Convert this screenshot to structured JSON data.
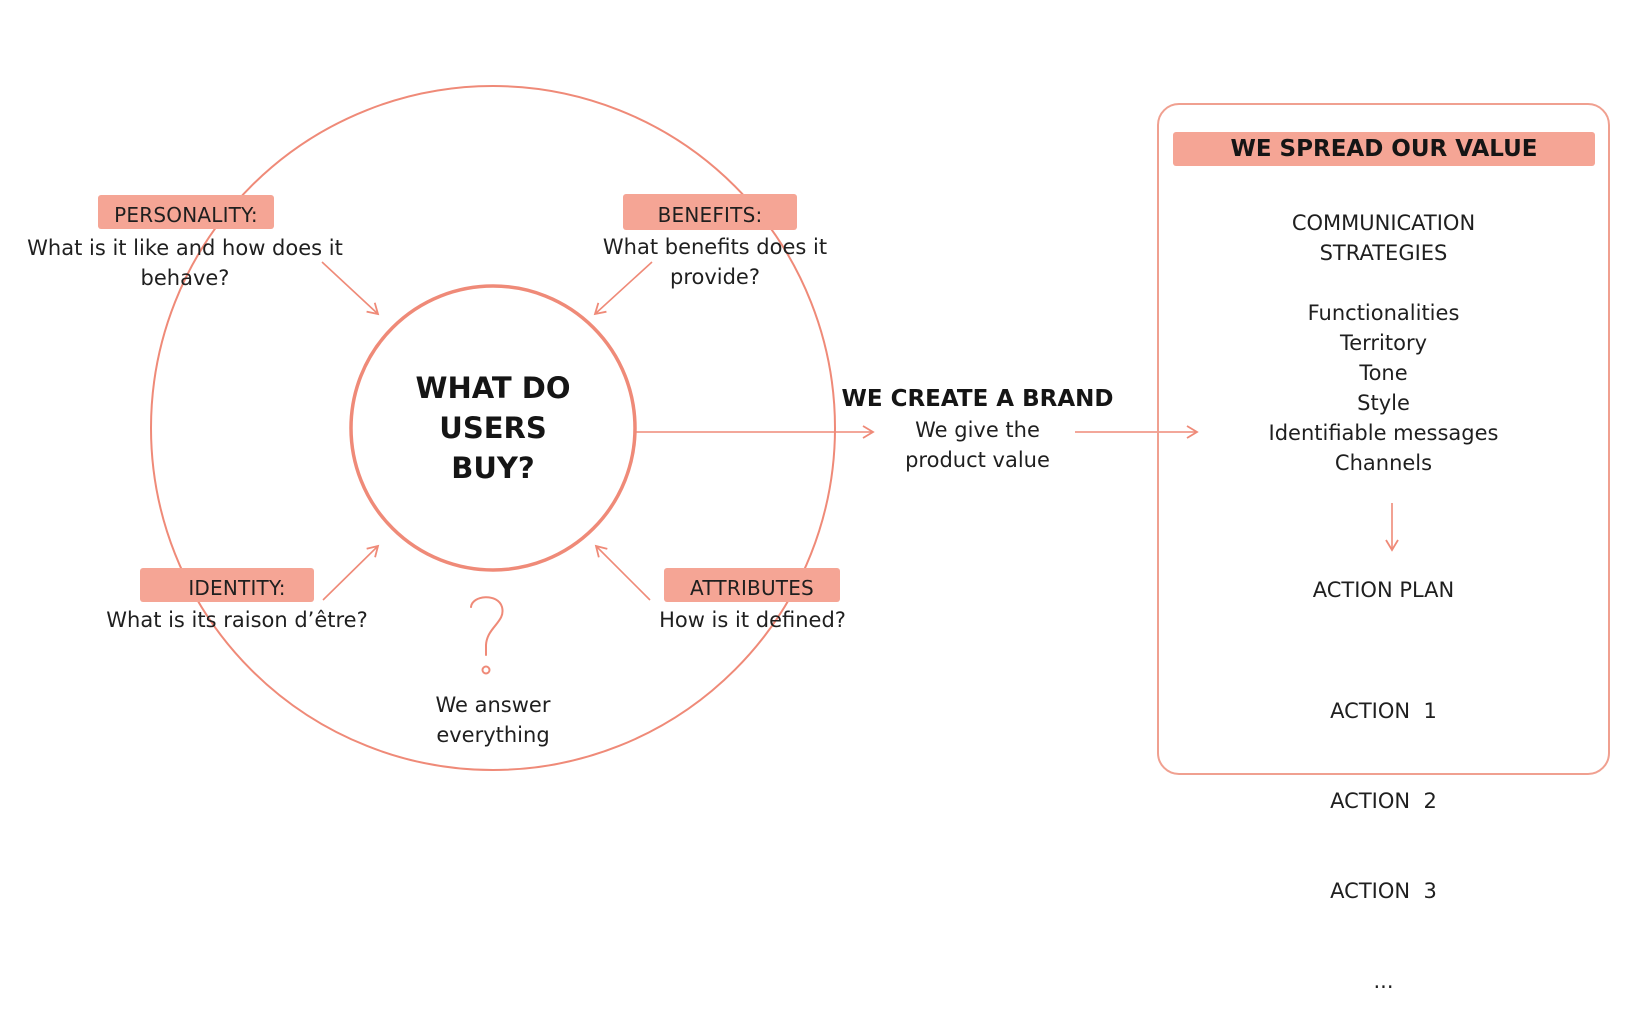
{
  "center": {
    "line1": "WHAT DO",
    "line2": "USERS",
    "line3": "BUY?"
  },
  "quadrants": {
    "personality": {
      "title": "PERSONALITY:",
      "line1": "What is it like and how does it",
      "line2": "behave?"
    },
    "benefits": {
      "title": "BENEFITS:",
      "line1": "What benefits does it",
      "line2": "provide?"
    },
    "identity": {
      "title": "IDENTITY:",
      "line1": "What is its raison d’être?"
    },
    "attributes": {
      "title": "ATTRIBUTES",
      "line1": "How is it defined?"
    }
  },
  "answer": {
    "line1": "We answer",
    "line2": "everything"
  },
  "brand": {
    "title": "WE CREATE A BRAND",
    "line1": "We give the",
    "line2": "product value"
  },
  "panel": {
    "title": "WE SPREAD OUR VALUE",
    "strategies_line1": "COMMUNICATION",
    "strategies_line2": "STRATEGIES",
    "items": [
      "Functionalities",
      "Territory",
      "Tone",
      "Style",
      "Identifiable messages",
      "Channels"
    ],
    "action_plan": "ACTION PLAN",
    "actions": [
      "ACTION  1",
      "ACTION  2",
      "ACTION  3",
      "..."
    ]
  },
  "colors": {
    "accent": "#f5a595",
    "stroke": "#ef8a78",
    "text": "#1f1f1f"
  },
  "icons": {
    "question": "question-mark-icon"
  }
}
